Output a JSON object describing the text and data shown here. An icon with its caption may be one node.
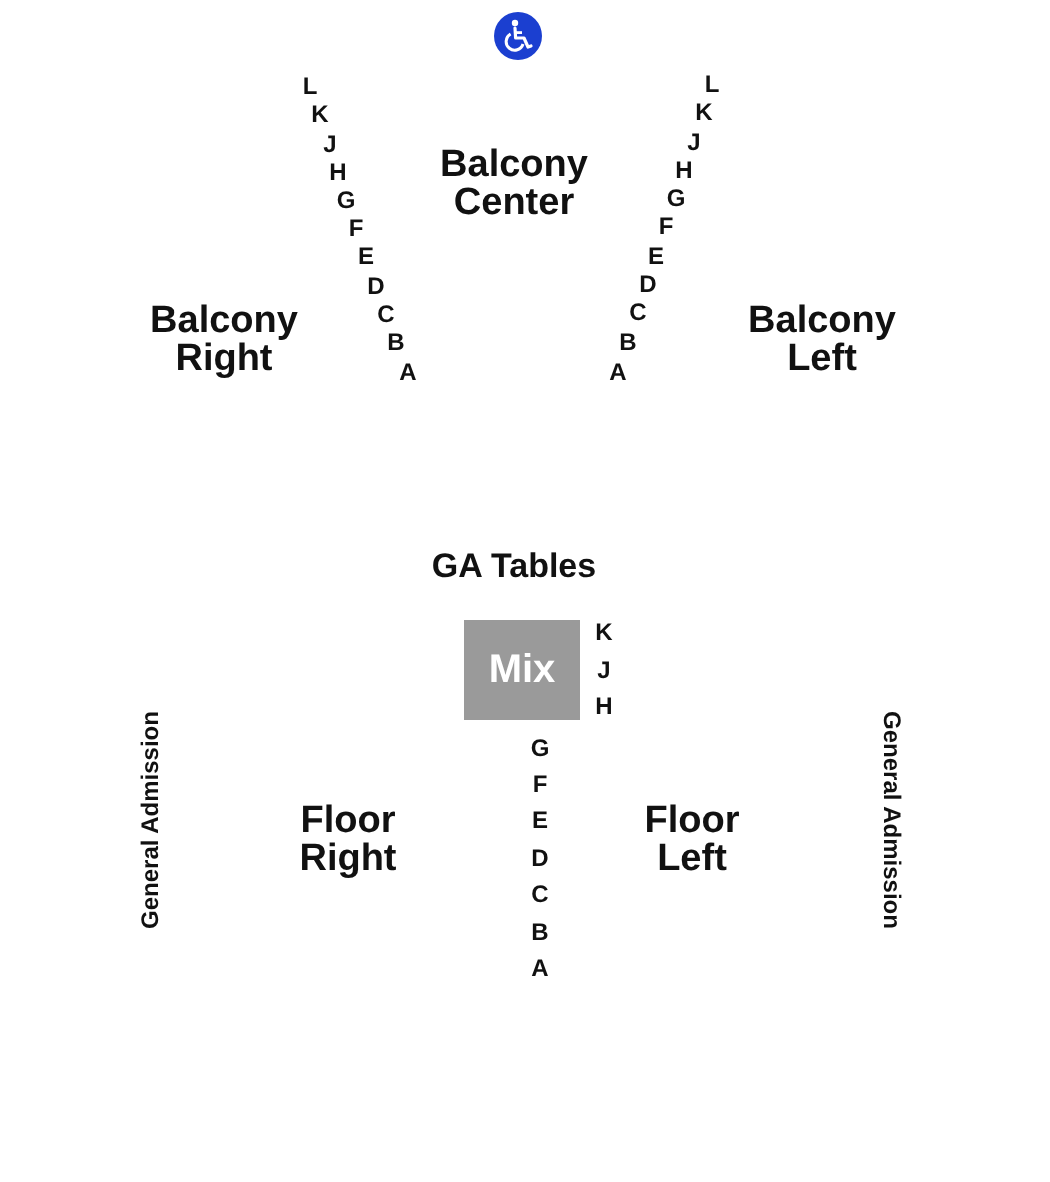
{
  "diagram": {
    "nodes": [
      {
        "text": [
          "Mix"
        ]
      }
    ],
    "edges": [],
    "labels": [
      "Balcony Center",
      "L",
      "K",
      "J",
      "H",
      "G",
      "F",
      "E",
      "D",
      "C",
      "B",
      "A",
      "Balcony Right",
      "L",
      "K",
      "J",
      "H",
      "G",
      "F",
      "E",
      "D",
      "C",
      "B",
      "A",
      "Balcony Left",
      "GA Tables",
      "K",
      "J",
      "H",
      "G",
      "F",
      "E",
      "D",
      "C",
      "B",
      "A",
      "General Admission",
      "Floor Right",
      "Floor Left",
      "General Admission"
    ]
  }
}
